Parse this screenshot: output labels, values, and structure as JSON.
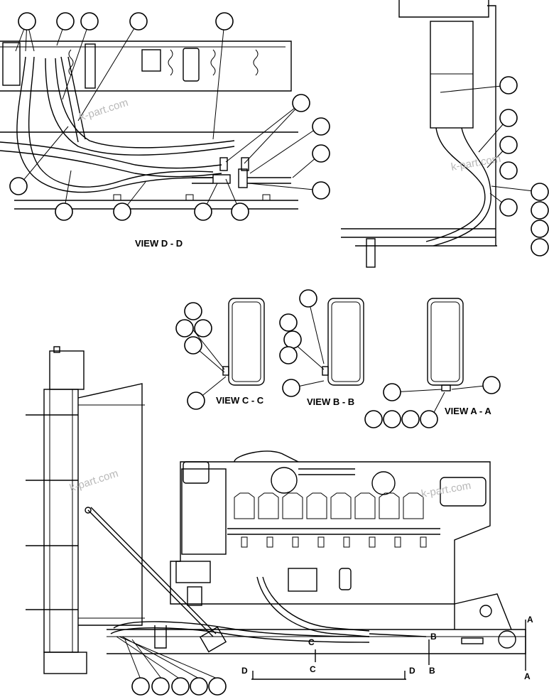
{
  "views": {
    "d": "VIEW D - D",
    "c": "VIEW C - C",
    "b": "VIEW B - B",
    "a": "VIEW A - A"
  },
  "section_marks": {
    "a": "A",
    "b": "B",
    "c": "C",
    "d": "D"
  },
  "watermark": "k-part.com",
  "colors": {
    "line": "#000000",
    "background": "#ffffff",
    "watermark": "#b8b8b8"
  }
}
